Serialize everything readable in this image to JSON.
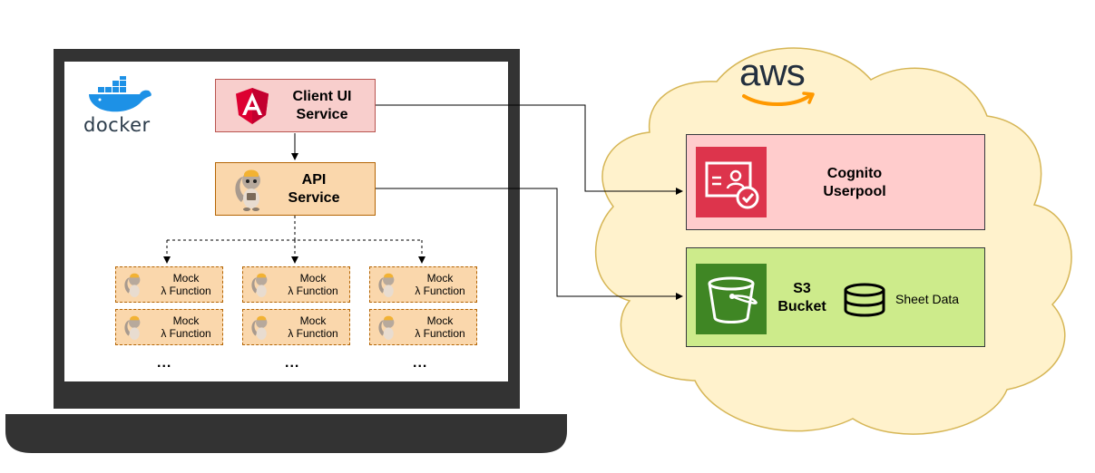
{
  "docker": {
    "label": "docker",
    "icon": "docker-whale-icon"
  },
  "aws": {
    "label": "aws",
    "icon": "aws-logo-icon"
  },
  "client_ui": {
    "line1": "Client UI",
    "line2": "Service",
    "icon": "angular-icon"
  },
  "api_service": {
    "line1": "API",
    "line2": "Service",
    "icon": "squirrel-mascot-icon"
  },
  "mock_functions": [
    {
      "line1": "Mock",
      "line2": "λ Function"
    },
    {
      "line1": "Mock",
      "line2": "λ Function"
    },
    {
      "line1": "Mock",
      "line2": "λ Function"
    },
    {
      "line1": "Mock",
      "line2": "λ Function"
    },
    {
      "line1": "Mock",
      "line2": "λ Function"
    },
    {
      "line1": "Mock",
      "line2": "λ Function"
    }
  ],
  "ellipsis": "...",
  "cognito": {
    "line1": "Cognito",
    "line2": "Userpool",
    "icon": "cognito-icon"
  },
  "s3": {
    "line1": "S3",
    "line2": "Bucket",
    "icon": "s3-bucket-icon"
  },
  "sheet_data": {
    "label": "Sheet Data",
    "icon": "database-icon"
  },
  "colors": {
    "laptop": "#333333",
    "cloud_fill": "#fff2cc",
    "cloud_stroke": "#d6b656",
    "client_fill": "#f8cecc",
    "api_fill": "#fad7ac",
    "cognito_fill": "#ffcccc",
    "s3_fill": "#cdeb8b",
    "angular_red": "#dd0031",
    "aws_orange": "#ff9900",
    "cognito_red": "#dd344c",
    "s3_green": "#3f8624"
  }
}
